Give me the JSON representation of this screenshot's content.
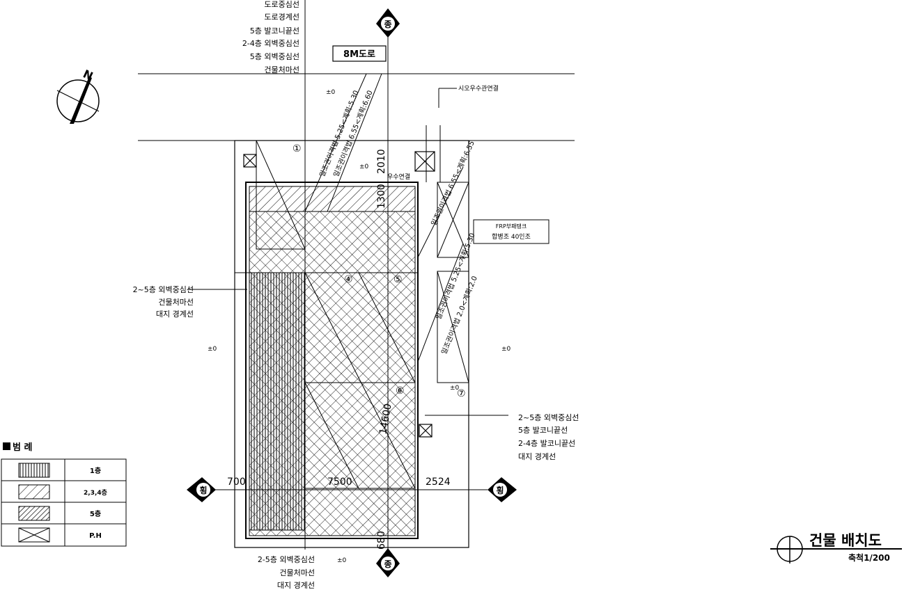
{
  "road": {
    "label": "8M도로"
  },
  "top_labels": [
    "도로중심선",
    "도로경계선",
    "5층 발코니끝선",
    "2-4층 외벽중심선",
    "5층 외벽중심선",
    "건물처마선"
  ],
  "left_labels": [
    "2~5층 외벽중심선",
    "건물처마선",
    "대지 경계선"
  ],
  "right_labels": [
    "2~5층 외벽중심선",
    "5층 발코니끝선",
    "2-4층 발코니끝선",
    "대지 경계선"
  ],
  "bottom_labels": [
    "2-5층 외벽중심선",
    "건물처마선",
    "대지 경계선"
  ],
  "sewer_label": "시오우수관연결",
  "rain_label": "우수연결",
  "tank_label_1": "FRP부패탱크",
  "tank_label_2": "합병조 40인조",
  "level_mark": "±0",
  "dims": {
    "top": "2010",
    "mid": "1300",
    "left": "700",
    "center": "7500",
    "right": "2524",
    "vertical": "14600",
    "bottom": "680"
  },
  "diag_labels": [
    "일조권이격법 5.25<계획:5.30",
    "일조권이격법 6.55<계획:6.60"
  ],
  "diag_labels_right": [
    "일조권이격법 6.55<계획:6.55",
    "일조권이격법 5.25<계획:5.30",
    "일조권이격법 2.0<계획:2.0"
  ],
  "axis_marks": {
    "top": "종",
    "bottom": "종",
    "left": "횡",
    "right": "횡"
  },
  "grid_marks": [
    "①",
    "④",
    "⑤",
    "⑥",
    "⑦"
  ],
  "legend": {
    "title": "범 례",
    "rows": [
      {
        "pattern": "vertical",
        "label": "1층"
      },
      {
        "pattern": "diagonal",
        "label": "2,3,4층"
      },
      {
        "pattern": "dense",
        "label": "5층"
      },
      {
        "pattern": "cross",
        "label": "P.H"
      }
    ]
  },
  "title_block": {
    "title": "건물 배치도",
    "scale": "축척1/200"
  },
  "north": "N"
}
